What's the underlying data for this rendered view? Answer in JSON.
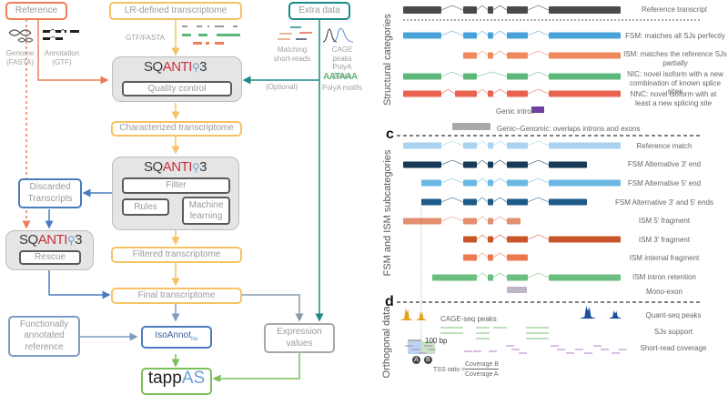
{
  "workflow": {
    "reference": "Reference",
    "genome": "Genome (FASTA)",
    "annotation": "Annotation (GTF)",
    "lr_transcriptome": "LR-defined transcriptome",
    "gtf_fasta": "GTF/FASTA",
    "extra_data": "Extra data",
    "matching_short_reads": "Matching short-reads",
    "cage_polya_peaks": "CAGE peaks PolyA peaks",
    "polya_motif_glyph": "AATAAA",
    "polya_motifs": "PolyA motifs",
    "optional": "(Optional)",
    "sqanti_prefix": "SQ",
    "sqanti_anti": "ANTI",
    "sqanti_suffix": "3",
    "quality_control": "Quality control",
    "characterized": "Characterized transcriptome",
    "filter": "Filter",
    "rules": "Rules",
    "machine_learning": "Machine learning",
    "discarded": "Discarded Transcripts",
    "rescue": "Rescue",
    "filtered": "Filtered transcriptome",
    "final": "Final transcriptome",
    "functionally_annotated": "Functionally annotated reference",
    "isoannot": "IsoAnnot",
    "isoannot_sub": "lite",
    "expression_values": "Expression values",
    "tappas_a": "tapp",
    "tappas_b": "AS"
  },
  "panel_b": {
    "section_label": "Structural categories",
    "rows": [
      {
        "label": "Reference transcript",
        "color": "#4a4a4a"
      },
      {
        "label": "FSM: matches all SJs perfectly",
        "color": "#4aa3d8"
      },
      {
        "label": "ISM: matches the reference SJs partially",
        "color": "#ef8a5e"
      },
      {
        "label": "NIC: novel isoform with a new combination of known splice sites",
        "color": "#5cb87a"
      },
      {
        "label": "NNC: novel isoform with at least a new splicing site",
        "color": "#e8634f"
      }
    ],
    "genic_intron": {
      "label": "Genic intron",
      "color": "#6f3fa0"
    },
    "genic_genomic": {
      "label": "Genic–Genomic: overlaps introns and exons",
      "color": "#a9a9ab"
    }
  },
  "panel_c": {
    "letter": "c",
    "section_label": "FSM and ISM subcategories",
    "rows": [
      {
        "label": "Reference match",
        "color": "#a9d3ee"
      },
      {
        "label": "FSM Alternative 3′ end",
        "color": "#163a57"
      },
      {
        "label": "FSM Alternative 5′ end",
        "color": "#6cb8e4"
      },
      {
        "label": "FSM Alternative 3′ and 5′ ends",
        "color": "#1e5a88"
      },
      {
        "label": "ISM 5′ fragment",
        "color": "#e38f70"
      },
      {
        "label": "ISM 3′ fragment",
        "color": "#c8562a"
      },
      {
        "label": "ISM internal fragment",
        "color": "#ea7a4e"
      },
      {
        "label": "ISM intron retention",
        "color": "#6cbf80"
      },
      {
        "label": "Mono-exon",
        "color": "#bdb5c8"
      }
    ]
  },
  "panel_d": {
    "letter": "d",
    "section_label": "Orthogonal data",
    "cage_label": "CAGE-seq peaks",
    "bp_label": "100 bp",
    "marker_a": "A",
    "marker_b": "B",
    "tss_ratio": "TSS ratio =",
    "coverage_b": "Coverage B",
    "coverage_a": "Coverage A",
    "rows": [
      {
        "label": "Quant-seq peaks"
      },
      {
        "label": "SJs support"
      },
      {
        "label": "Short-read coverage"
      }
    ],
    "colors": {
      "cage": "#e3a21c",
      "quant": "#1c4f9c",
      "sj": "#7dbf7a",
      "reads": "#b07cc6"
    }
  }
}
